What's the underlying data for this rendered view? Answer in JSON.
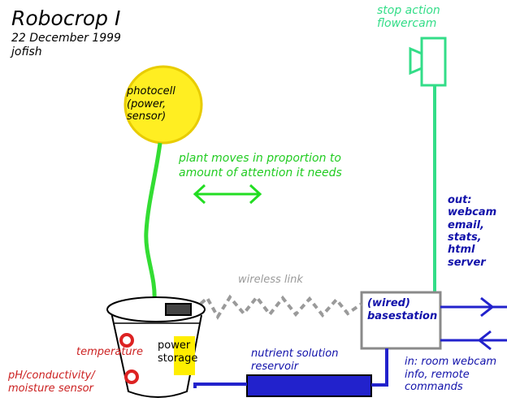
{
  "title": "Robocrop I",
  "date": "22 December 1999",
  "author": "jofish",
  "camera": {
    "line1": "stop action",
    "line2": "flowercam"
  },
  "photocell": {
    "line1": "photocell",
    "line2": "(power,",
    "line3": "sensor)"
  },
  "movement": {
    "line1": "plant moves in proportion to",
    "line2": "amount of attention it needs"
  },
  "outputs": {
    "label": "out:",
    "items": [
      "webcam",
      "email,",
      "stats,",
      "html",
      "server"
    ]
  },
  "wireless_label": "wireless link",
  "basestation": {
    "line1": "(wired)",
    "line2": "basestation"
  },
  "power_storage": {
    "line1": "power",
    "line2": "storage"
  },
  "sensors": {
    "temperature": "temperature",
    "ph_line1": "pH/conductivity/",
    "ph_line2": "moisture sensor"
  },
  "reservoir": {
    "line1": "nutrient solution",
    "line2": "reservoir"
  },
  "inputs": {
    "line1": "in: room webcam",
    "line2": "info, remote",
    "line3": "commands"
  },
  "colors": {
    "plant_green": "#33dd33",
    "camera_green": "#33dd88",
    "link_blue": "#1111aa",
    "wire_blue": "#2222cc",
    "sensor_red": "#cc2222",
    "photocell_yellow": "#ffee22",
    "storage_yellow": "#ffee00",
    "wireless_gray": "#9a9a9a"
  }
}
